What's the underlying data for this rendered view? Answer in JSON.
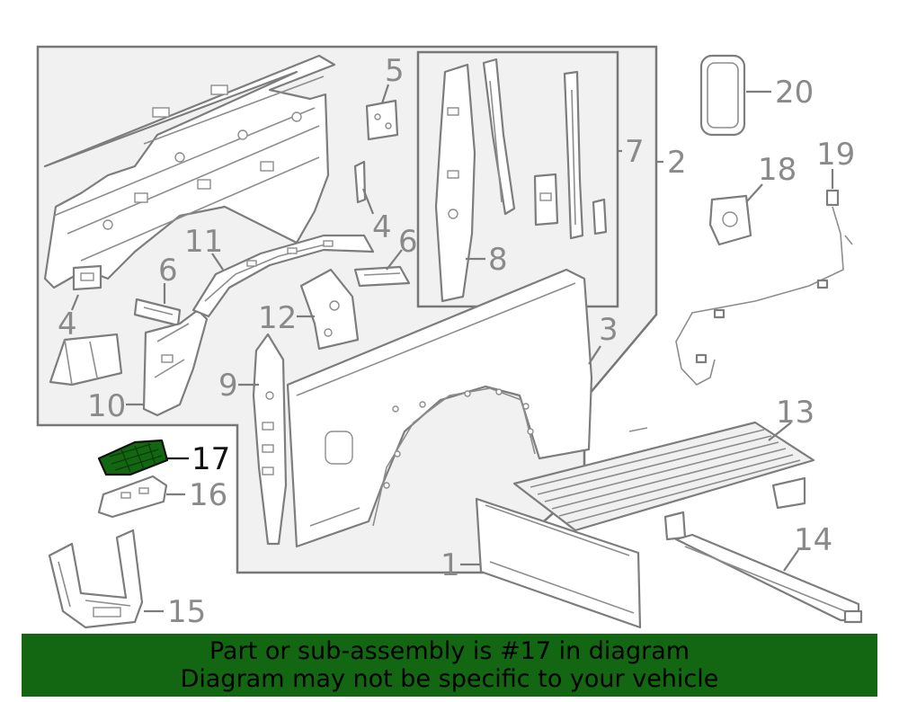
{
  "diagram": {
    "callouts": [
      {
        "id": "1",
        "label": "1"
      },
      {
        "id": "2",
        "label": "2"
      },
      {
        "id": "3",
        "label": "3"
      },
      {
        "id": "4a",
        "label": "4"
      },
      {
        "id": "4b",
        "label": "4"
      },
      {
        "id": "5",
        "label": "5"
      },
      {
        "id": "6a",
        "label": "6"
      },
      {
        "id": "6b",
        "label": "6"
      },
      {
        "id": "7",
        "label": "7"
      },
      {
        "id": "8",
        "label": "8"
      },
      {
        "id": "9",
        "label": "9"
      },
      {
        "id": "10",
        "label": "10"
      },
      {
        "id": "11",
        "label": "11"
      },
      {
        "id": "12",
        "label": "12"
      },
      {
        "id": "13",
        "label": "13"
      },
      {
        "id": "14",
        "label": "14"
      },
      {
        "id": "15",
        "label": "15"
      },
      {
        "id": "16",
        "label": "16"
      },
      {
        "id": "17",
        "label": "17"
      },
      {
        "id": "18",
        "label": "18"
      },
      {
        "id": "19",
        "label": "19"
      },
      {
        "id": "20",
        "label": "20"
      }
    ],
    "highlighted_part": "17",
    "colors": {
      "highlight_fill": "#136712",
      "line_gray": "#7d7d7d",
      "frame_fill": "#f1f1f1"
    }
  },
  "banner": {
    "line1": "Part or sub-assembly is #17 in diagram",
    "line2": "Diagram may not be specific to your vehicle",
    "background": "#136712"
  }
}
